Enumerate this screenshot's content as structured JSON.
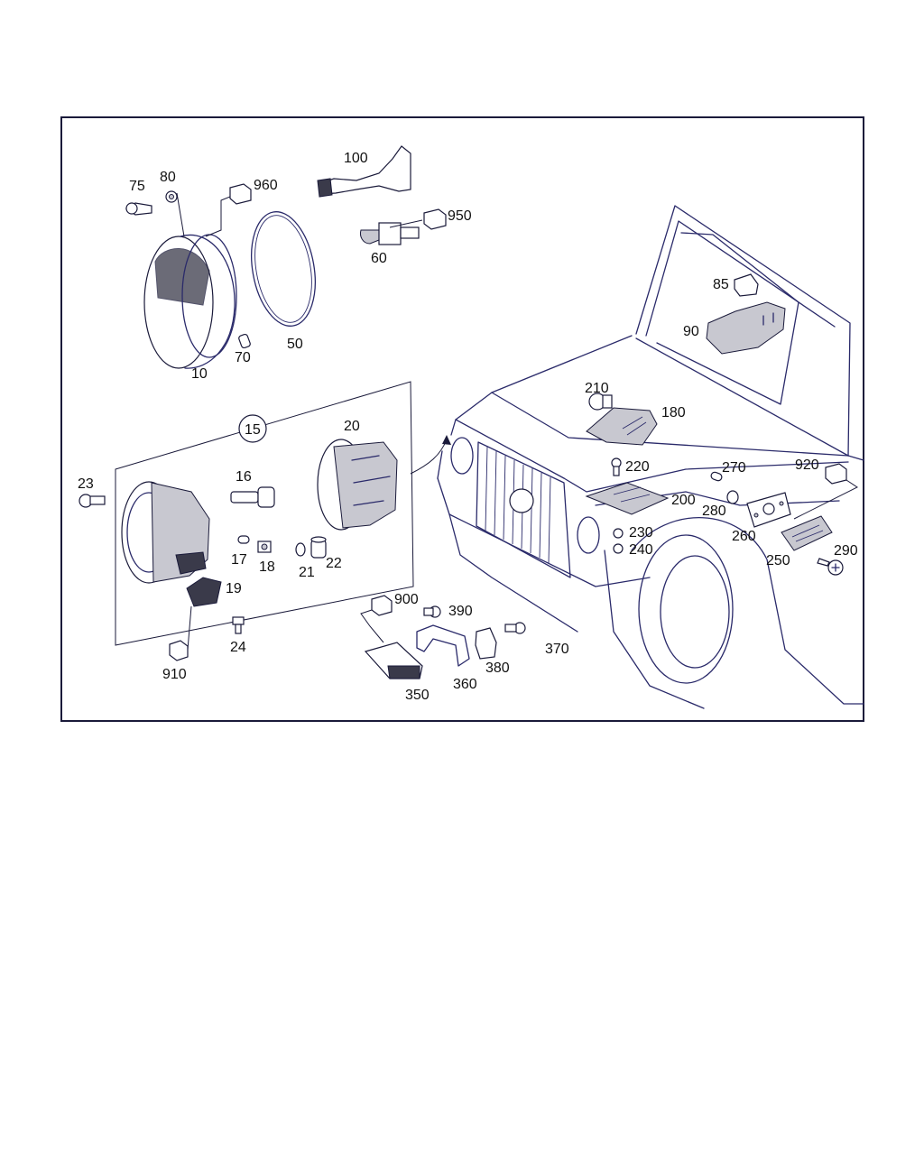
{
  "diagram": {
    "labels": [
      {
        "id": "p75",
        "text": "75"
      },
      {
        "id": "p80",
        "text": "80"
      },
      {
        "id": "p960",
        "text": "960"
      },
      {
        "id": "p100",
        "text": "100"
      },
      {
        "id": "p950",
        "text": "950"
      },
      {
        "id": "p60",
        "text": "60"
      },
      {
        "id": "p50",
        "text": "50"
      },
      {
        "id": "p70",
        "text": "70"
      },
      {
        "id": "p10",
        "text": "10"
      },
      {
        "id": "p85",
        "text": "85"
      },
      {
        "id": "p90",
        "text": "90"
      },
      {
        "id": "p15",
        "text": "15"
      },
      {
        "id": "p20",
        "text": "20"
      },
      {
        "id": "p16",
        "text": "16"
      },
      {
        "id": "p23",
        "text": "23"
      },
      {
        "id": "p17",
        "text": "17"
      },
      {
        "id": "p18",
        "text": "18"
      },
      {
        "id": "p21",
        "text": "21"
      },
      {
        "id": "p22",
        "text": "22"
      },
      {
        "id": "p19",
        "text": "19"
      },
      {
        "id": "p24",
        "text": "24"
      },
      {
        "id": "p910",
        "text": "910"
      },
      {
        "id": "p210",
        "text": "210"
      },
      {
        "id": "p180",
        "text": "180"
      },
      {
        "id": "p220",
        "text": "220"
      },
      {
        "id": "p200",
        "text": "200"
      },
      {
        "id": "p230",
        "text": "230"
      },
      {
        "id": "p240",
        "text": "240"
      },
      {
        "id": "p270",
        "text": "270"
      },
      {
        "id": "p920",
        "text": "920"
      },
      {
        "id": "p280",
        "text": "280"
      },
      {
        "id": "p260",
        "text": "260"
      },
      {
        "id": "p290",
        "text": "290"
      },
      {
        "id": "p250",
        "text": "250"
      },
      {
        "id": "p900",
        "text": "900"
      },
      {
        "id": "p390",
        "text": "390"
      },
      {
        "id": "p370",
        "text": "370"
      },
      {
        "id": "p380",
        "text": "380"
      },
      {
        "id": "p360",
        "text": "360"
      },
      {
        "id": "p350",
        "text": "350"
      }
    ]
  },
  "colors": {
    "line": "#2a2a6a",
    "text": "#111111",
    "frame": "#1a1a3a"
  }
}
